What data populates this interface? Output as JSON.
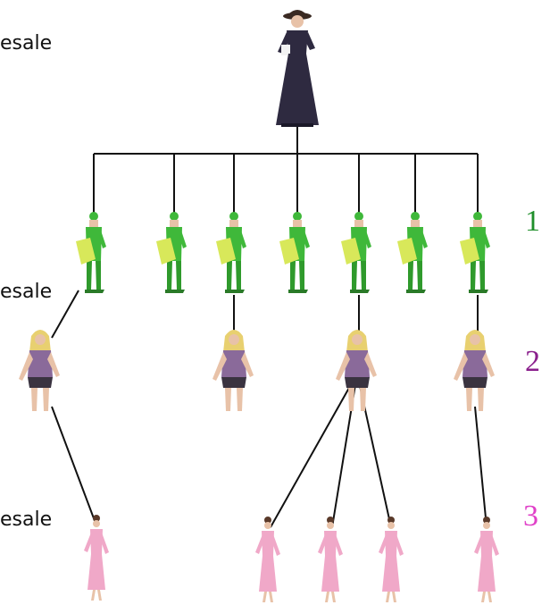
{
  "labels": {
    "top": "esale",
    "mid": "esale",
    "bottom": "esale"
  },
  "levels": [
    {
      "number": "1",
      "color": "#1f8f2a"
    },
    {
      "number": "2",
      "color": "#8a1f8c"
    },
    {
      "number": "3",
      "color": "#e040c8"
    }
  ],
  "colors": {
    "connector": "#111111",
    "root_dress": "#2e2a40",
    "level1_body": "#3fb83a",
    "level1_bag": "#d8e85a",
    "level2_top": "#8a6a9a",
    "level2_hair": "#e8d070",
    "level3_dress": "#f0a8c8"
  },
  "icons": {
    "root": "woman-dark-dress-icon",
    "level1": "woman-green-outfit-icon",
    "level2": "woman-blonde-purple-top-icon",
    "level3": "woman-pink-dress-icon"
  }
}
